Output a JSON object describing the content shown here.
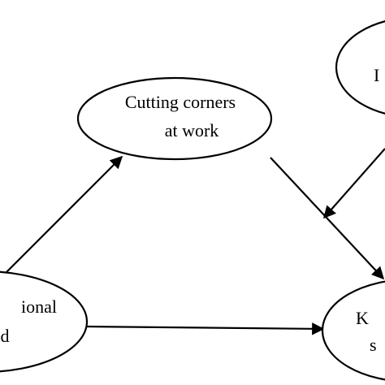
{
  "diagram": {
    "nodes": {
      "cutting_corners": {
        "line1": "Cutting corners",
        "line2": "at work"
      },
      "left_partial": {
        "line1": "ional",
        "line2": "d"
      },
      "bottom_right_partial": {
        "line1": "K",
        "line2": "s"
      },
      "top_right_partial": {
        "line1": "I"
      }
    },
    "edges": [
      {
        "from": "left_partial",
        "to": "cutting_corners"
      },
      {
        "from": "left_partial",
        "to": "bottom_right_partial"
      },
      {
        "from": "cutting_corners",
        "to": "bottom_right_partial"
      },
      {
        "from": "top_right_partial",
        "to": "edge-cutting-corners-to-outcome"
      }
    ],
    "colors": {
      "stroke": "#000000",
      "fill": "#ffffff",
      "background": "#ffffff"
    }
  }
}
